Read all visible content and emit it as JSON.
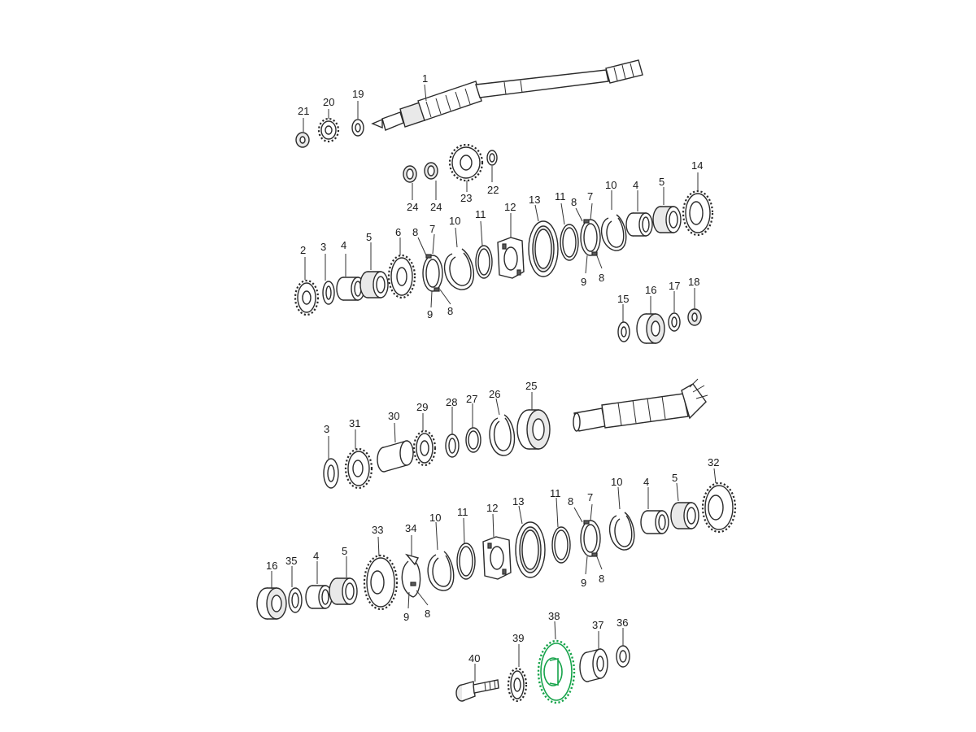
{
  "diagram": {
    "highlight_color": "#16a34a",
    "highlighted_part": "38",
    "labels": {
      "p1": "1",
      "p2": "2",
      "p3a": "3",
      "p3b": "3",
      "p4a": "4",
      "p4b": "4",
      "p4c": "4",
      "p4d": "4",
      "p5a": "5",
      "p5b": "5",
      "p5c": "5",
      "p5d": "5",
      "p6": "6",
      "p7a": "7",
      "p7b": "7",
      "p7c": "7",
      "p8a": "8",
      "p8b": "8",
      "p8c": "8",
      "p8d": "8",
      "p8e": "8",
      "p8f": "8",
      "p8g": "8",
      "p9a": "9",
      "p9b": "9",
      "p9c": "9",
      "p9d": "9",
      "p10a": "10",
      "p10b": "10",
      "p10c": "10",
      "p10d": "10",
      "p11a": "11",
      "p11b": "11",
      "p11c": "11",
      "p11d": "11",
      "p12a": "12",
      "p12b": "12",
      "p13a": "13",
      "p13b": "13",
      "p14": "14",
      "p15": "15",
      "p16a": "16",
      "p16b": "16",
      "p17": "17",
      "p18": "18",
      "p19": "19",
      "p20": "20",
      "p21": "21",
      "p22": "22",
      "p23": "23",
      "p24a": "24",
      "p24b": "24",
      "p25": "25",
      "p26": "26",
      "p27": "27",
      "p28": "28",
      "p29": "29",
      "p30": "30",
      "p31": "31",
      "p32": "32",
      "p33": "33",
      "p34": "34",
      "p35": "35",
      "p36": "36",
      "p37": "37",
      "p38": "38",
      "p39": "39",
      "p40": "40"
    }
  }
}
